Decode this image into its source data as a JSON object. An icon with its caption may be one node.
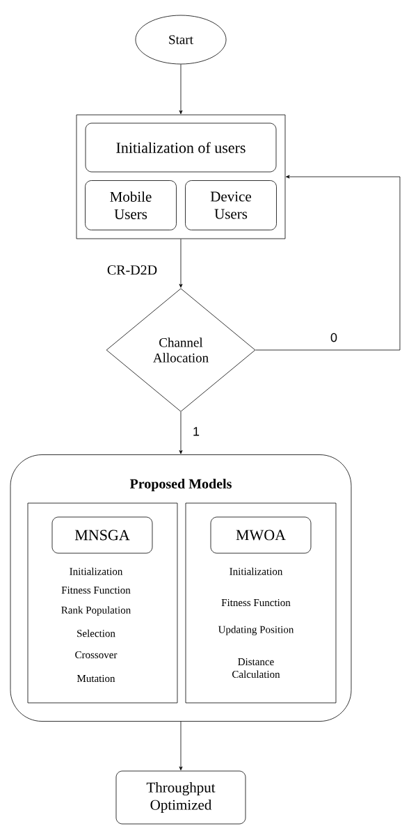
{
  "diagram": {
    "nodes": [
      {
        "text": [
          "Start"
        ]
      },
      {
        "text": [],
        "shape": "box"
      },
      {
        "text": [
          "Initialization of users"
        ],
        "in": 1
      },
      {
        "text": [
          "Mobile Users"
        ],
        "in": 1
      },
      {
        "text": [
          "Device Users"
        ],
        "in": 1
      },
      {
        "text": [
          "Channel Allocation"
        ]
      },
      {
        "text": [
          "Proposed Models"
        ]
      },
      {
        "text": [
          "Initialization",
          "Fitness Function",
          "Rank Population",
          "Selection",
          "Crossover",
          "Mutation"
        ],
        "in": 6
      },
      {
        "text": [
          "MNSGA"
        ],
        "in": 7
      },
      {
        "text": [
          "Initialization",
          "Fitness Function",
          "Updating Position",
          "Distance Calculation"
        ],
        "in": 6
      },
      {
        "text": [
          "MWOA"
        ],
        "in": 9
      },
      {
        "text": [
          "Throughput Optimized"
        ]
      }
    ],
    "edges": [
      {
        "from": 0,
        "to": 1,
        "arrow": "to"
      },
      {
        "from": 1,
        "to": 5,
        "arrow": "to",
        "label": "CR-D2D"
      },
      {
        "from": 5,
        "to": 1,
        "arrow": "to",
        "label": "0"
      },
      {
        "from": 5,
        "to": 6,
        "arrow": "to",
        "label": "1"
      },
      {
        "from": 6,
        "to": 11,
        "arrow": "to"
      }
    ]
  }
}
